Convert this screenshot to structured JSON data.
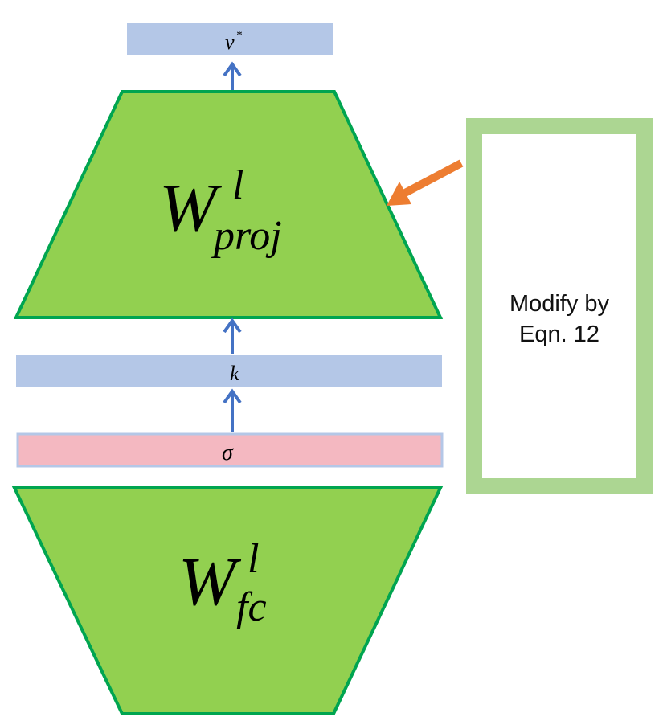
{
  "nodes": {
    "v_star": {
      "base": "v",
      "sup": "*"
    },
    "w_proj": {
      "base": "W",
      "sup": "l",
      "sub": "proj"
    },
    "k": {
      "label": "k"
    },
    "sigma": {
      "label": "σ"
    },
    "w_fc": {
      "base": "W",
      "sup": "l",
      "sub": "fc"
    }
  },
  "note": {
    "line1": "Modify by",
    "line2": "Eqn. 12"
  },
  "colors": {
    "trapezoid_fill": "#92d050",
    "trapezoid_stroke": "#00a550",
    "vector_fill": "#b4c7e7",
    "activation_fill": "#f4b8c1",
    "activation_stroke": "#b4c7e7",
    "arrow": "#4472c4",
    "pointer_arrow": "#ed7d31",
    "note_border": "#acd692"
  }
}
